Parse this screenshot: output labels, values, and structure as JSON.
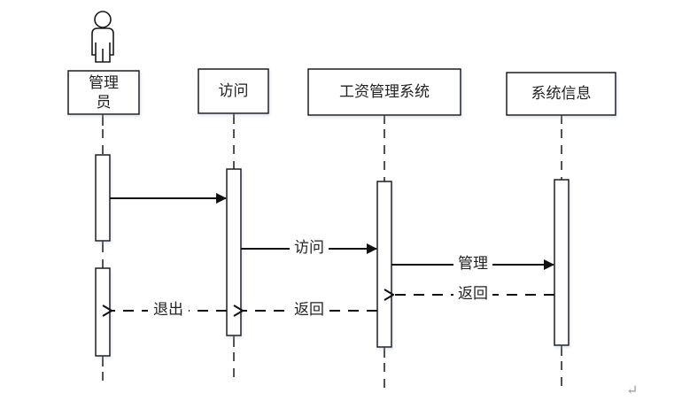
{
  "diagram": {
    "type": "sequence",
    "actor": {
      "label_line1": "管理",
      "label_line2": "员",
      "icon": "stick-figure-icon"
    },
    "participants": [
      {
        "id": "admin",
        "label": "管理员"
      },
      {
        "id": "visit",
        "label": "访问"
      },
      {
        "id": "salary",
        "label": "工资管理系统"
      },
      {
        "id": "info",
        "label": "系统信息"
      }
    ],
    "messages": [
      {
        "from": "admin",
        "to": "visit",
        "label": "",
        "style": "solid"
      },
      {
        "from": "visit",
        "to": "salary",
        "label": "访问",
        "style": "solid"
      },
      {
        "from": "salary",
        "to": "info",
        "label": "管理",
        "style": "solid"
      },
      {
        "from": "info",
        "to": "salary",
        "label": "返回",
        "style": "dashed"
      },
      {
        "from": "salary",
        "to": "visit",
        "label": "返回",
        "style": "dashed"
      },
      {
        "from": "visit",
        "to": "admin",
        "label": "退出",
        "style": "dashed"
      }
    ],
    "paragraph_mark": "↵"
  }
}
